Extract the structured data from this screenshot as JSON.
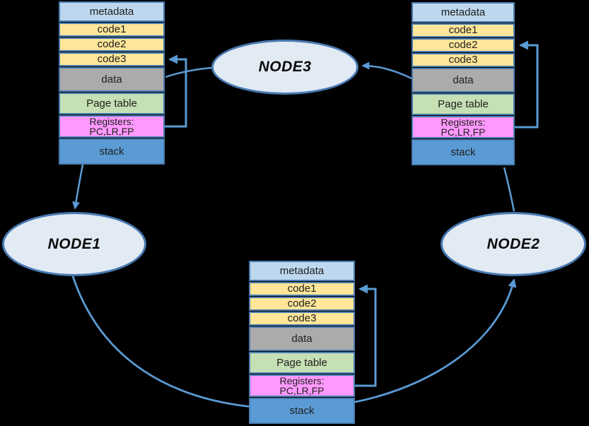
{
  "diagram": {
    "background": "#000000",
    "arrow_color": "#5B9BD5",
    "node_fill": "#E2EAF4",
    "node_border": "#4879B2",
    "block_border": "#4A7CB0",
    "text_color": "#202020"
  },
  "nodes": [
    {
      "id": "node1",
      "label": "NODE1"
    },
    {
      "id": "node2",
      "label": "NODE2"
    },
    {
      "id": "node3",
      "label": "NODE3"
    }
  ],
  "stack_rows": [
    {
      "label": "metadata",
      "color": "#BDD7EE"
    },
    {
      "label": "code1",
      "color": "#FFE699"
    },
    {
      "label": "code2",
      "color": "#FFE699"
    },
    {
      "label": "code3",
      "color": "#FFE699"
    },
    {
      "label": "data",
      "color": "#ABABAB"
    },
    {
      "label": "Page table",
      "color": "#C5E0B4"
    },
    {
      "label": "Registers:",
      "label2": "PC,LR,FP",
      "color": "#FF99FF"
    },
    {
      "label": "stack",
      "color": "#5B9BD5"
    }
  ],
  "stacks": [
    {
      "id": "stack-top-left",
      "register_arrow_target": "code3"
    },
    {
      "id": "stack-top-right",
      "register_arrow_target": "code2"
    },
    {
      "id": "stack-bottom",
      "register_arrow_target": "code1"
    }
  ],
  "connections": [
    {
      "from": "stack-top-right",
      "to": "NODE3",
      "arrowhead": true
    },
    {
      "from": "NODE3",
      "to": "stack-top-left",
      "arrowhead": false
    },
    {
      "from": "stack-top-left",
      "to": "NODE1",
      "arrowhead": true
    },
    {
      "from": "NODE1",
      "to": "NODE2",
      "arrowhead": true
    },
    {
      "from": "NODE2",
      "to": "stack-top-right",
      "arrowhead": false
    }
  ]
}
